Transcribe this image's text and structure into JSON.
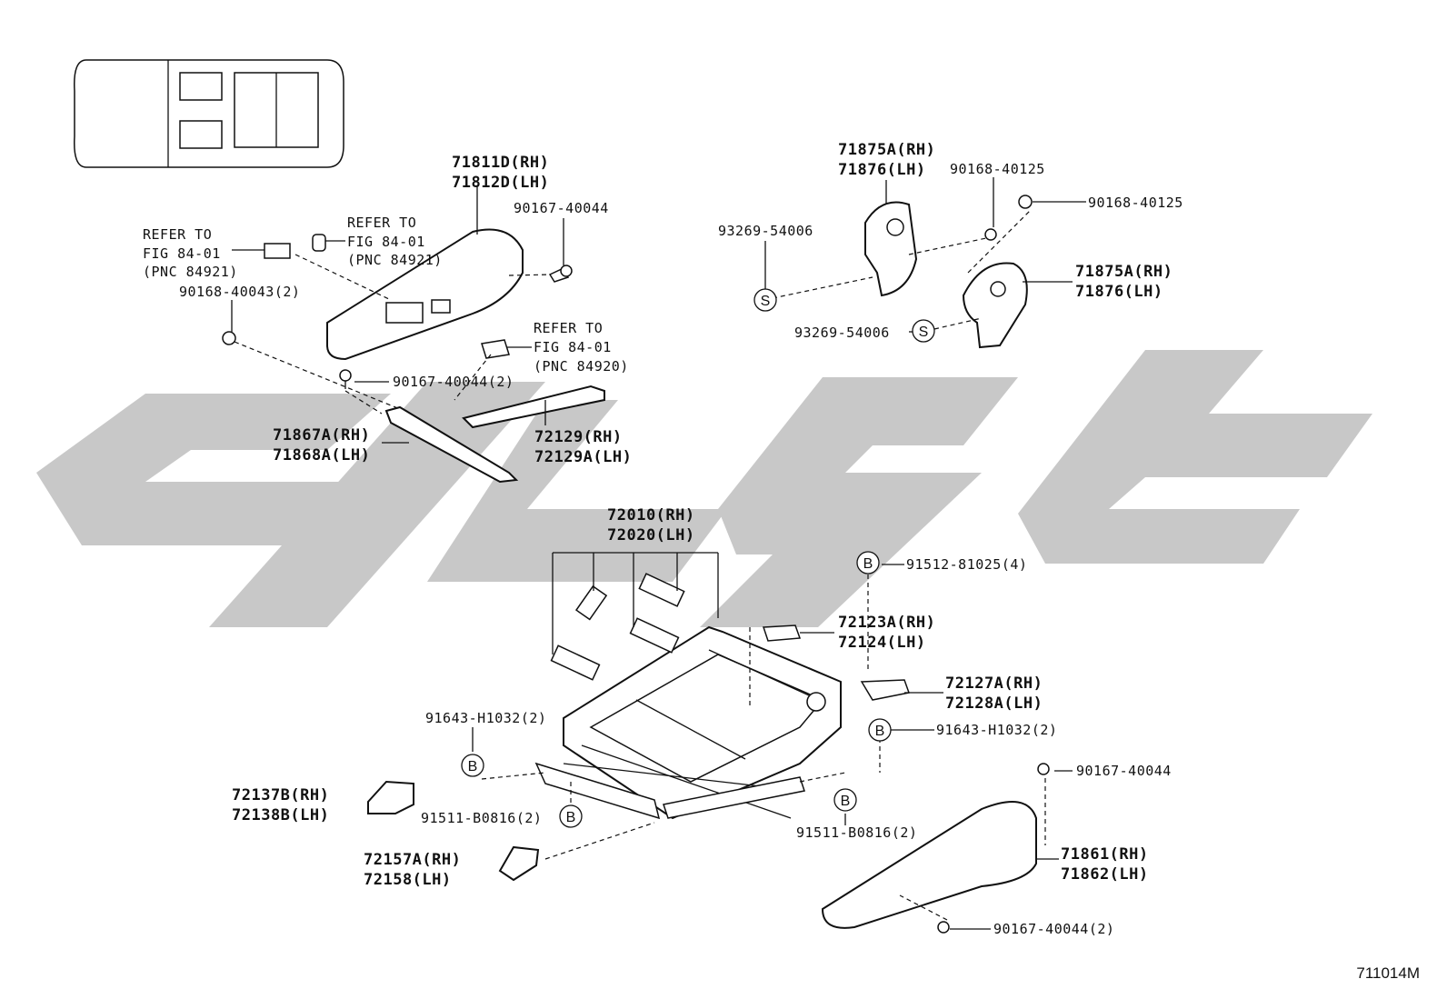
{
  "diagram_code": "711014M",
  "colors": {
    "watermark": "#c8c8c8",
    "line": "#111111",
    "background": "#ffffff"
  },
  "labels": {
    "l71811": [
      "71811D(RH)",
      "71812D(LH)"
    ],
    "l90167_top": [
      "90167-40044"
    ],
    "l_refer_a": [
      "REFER TO",
      "FIG 84-01",
      "(PNC 84921)"
    ],
    "l_refer_b": [
      "REFER TO",
      "FIG 84-01",
      "(PNC 84921)"
    ],
    "l90168_43": [
      "90168-40043(2)"
    ],
    "l_refer_c": [
      "REFER TO",
      "FIG 84-01",
      "(PNC 84920)"
    ],
    "l90167_2": [
      "90167-40044(2)"
    ],
    "l71867": [
      "71867A(RH)",
      "71868A(LH)"
    ],
    "l72129": [
      "72129(RH)",
      "72129A(LH)"
    ],
    "l71875_top": [
      "71875A(RH)",
      "71876(LH)"
    ],
    "l90168_125a": [
      "90168-40125"
    ],
    "l90168_125b": [
      "90168-40125"
    ],
    "l93269_a": [
      "93269-54006"
    ],
    "l71875_mid": [
      "71875A(RH)",
      "71876(LH)"
    ],
    "l93269_b": [
      "93269-54006"
    ],
    "l72010": [
      "72010(RH)",
      "72020(LH)"
    ],
    "l91512": [
      "91512-81025(4)"
    ],
    "l72123": [
      "72123A(RH)",
      "72124(LH)"
    ],
    "l72127": [
      "72127A(RH)",
      "72128A(LH)"
    ],
    "l91643_left": [
      "91643-H1032(2)"
    ],
    "l91643_right": [
      "91643-H1032(2)"
    ],
    "l72137": [
      "72137B(RH)",
      "72138B(LH)"
    ],
    "l91511_left": [
      "91511-B0816(2)"
    ],
    "l91511_right": [
      "91511-B0816(2)"
    ],
    "l90167_right": [
      "90167-40044"
    ],
    "l72157": [
      "72157A(RH)",
      "72158(LH)"
    ],
    "l71861": [
      "71861(RH)",
      "71862(LH)"
    ],
    "l90167_bottom": [
      "90167-40044(2)"
    ]
  },
  "markers": {
    "s": "S",
    "b": "B"
  }
}
